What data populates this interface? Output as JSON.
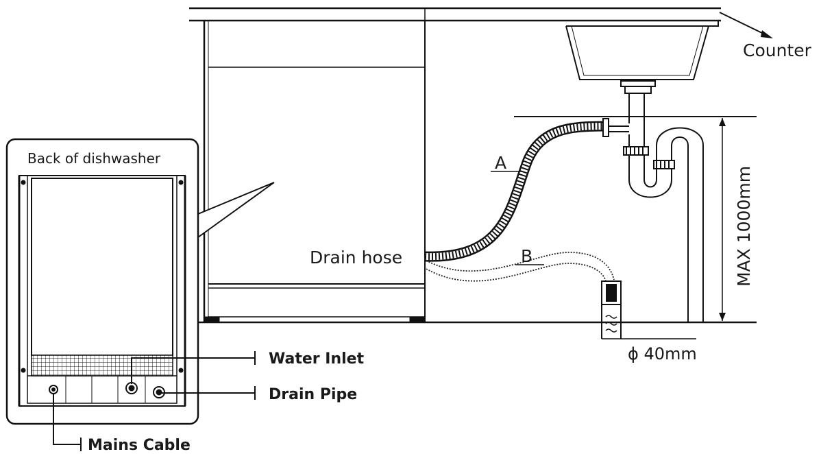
{
  "labels": {
    "counter": "Counter",
    "back_of_dishwasher": "Back of dishwasher",
    "drain_hose": "Drain hose",
    "hose_a": "A",
    "hose_b": "B",
    "max_height": "MAX 1000mm",
    "pipe_diameter": "ϕ 40mm",
    "water_inlet": "Water Inlet",
    "drain_pipe": "Drain Pipe",
    "mains_cable": "Mains Cable"
  }
}
